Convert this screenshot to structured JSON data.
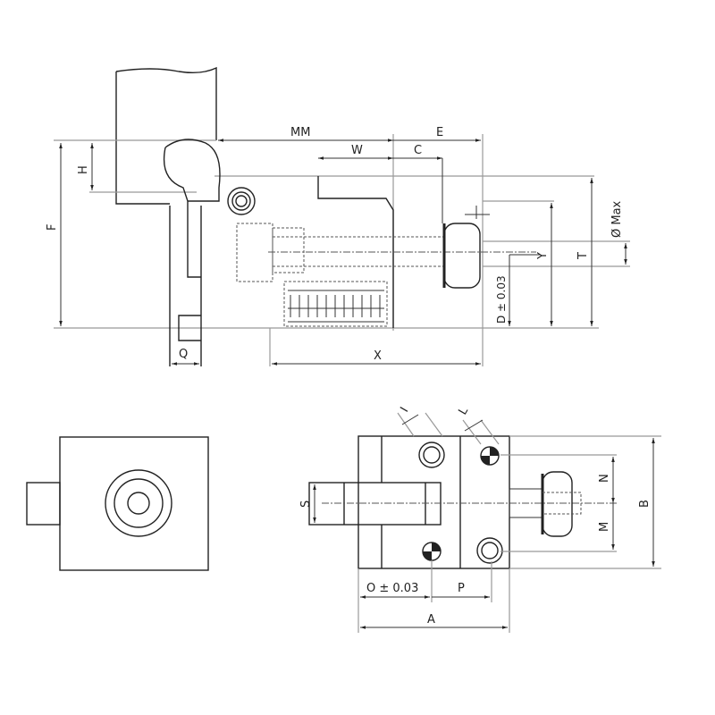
{
  "top_view": {
    "labels": {
      "mm": "MM",
      "e": "E",
      "w": "W",
      "c": "C",
      "h": "H",
      "f": "F",
      "q": "Q",
      "x": "X",
      "y": "Y",
      "t": "T",
      "o_max": "Ø Max",
      "d": "D ± 0.03"
    }
  },
  "bottom_right_view": {
    "labels": {
      "s": "S",
      "n": "N",
      "m": "M",
      "b": "B",
      "o": "O ± 0.03",
      "p": "P",
      "a": "A",
      "i": "I",
      "l": "L"
    }
  }
}
